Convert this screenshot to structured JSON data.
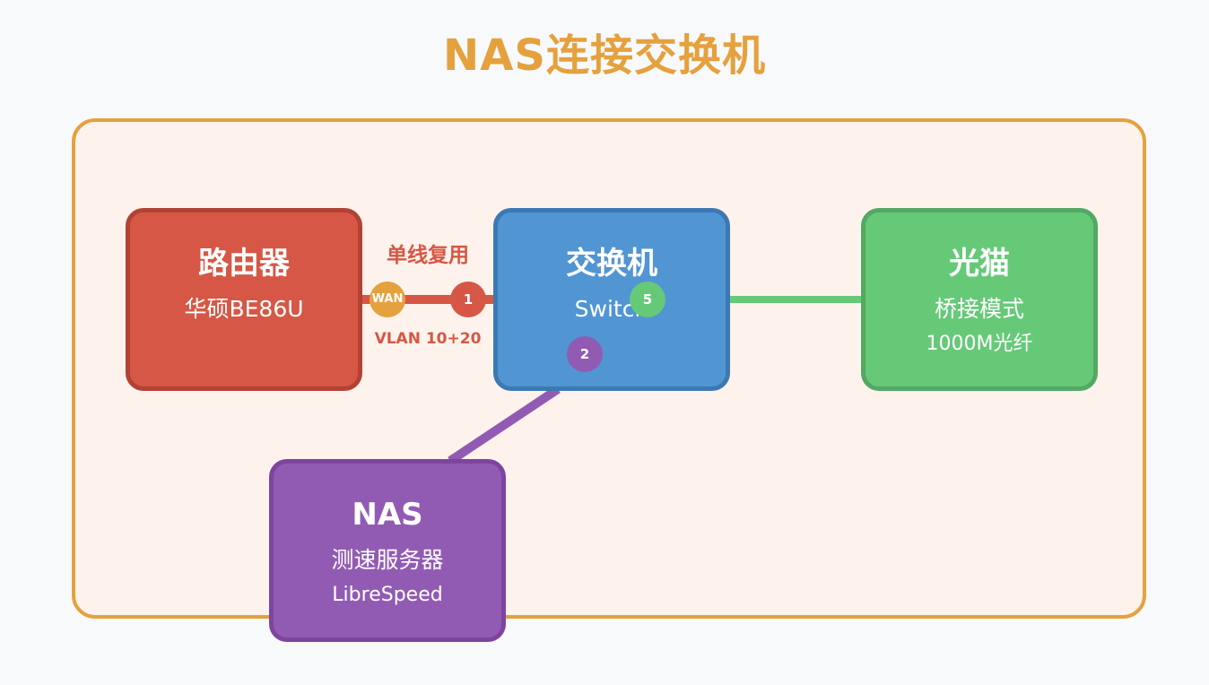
{
  "title": "NAS连接交换机",
  "colors": {
    "title": "#e5a13e",
    "frame_border": "#e5a13e",
    "frame_fill": "#fdf3ec",
    "router": "#d65745",
    "switch": "#5195d3",
    "modem": "#66c978",
    "nas": "#925bb3",
    "wan_port": "#e5a13e"
  },
  "nodes": {
    "router": {
      "title": "路由器",
      "subtitle": "华硕BE86U"
    },
    "switch": {
      "title": "交换机",
      "subtitle": "Switch"
    },
    "modem": {
      "title": "光猫",
      "subtitle": "桥接模式",
      "detail": "1000M光纤"
    },
    "nas": {
      "title": "NAS",
      "subtitle": "测速服务器",
      "detail": "LibreSpeed"
    }
  },
  "ports": {
    "wan": "WAN",
    "switch_port_1": "1",
    "switch_port_5": "5",
    "switch_port_2": "2"
  },
  "links": {
    "trunk_label": "单线复用",
    "vlan_label": "VLAN 10+20"
  }
}
